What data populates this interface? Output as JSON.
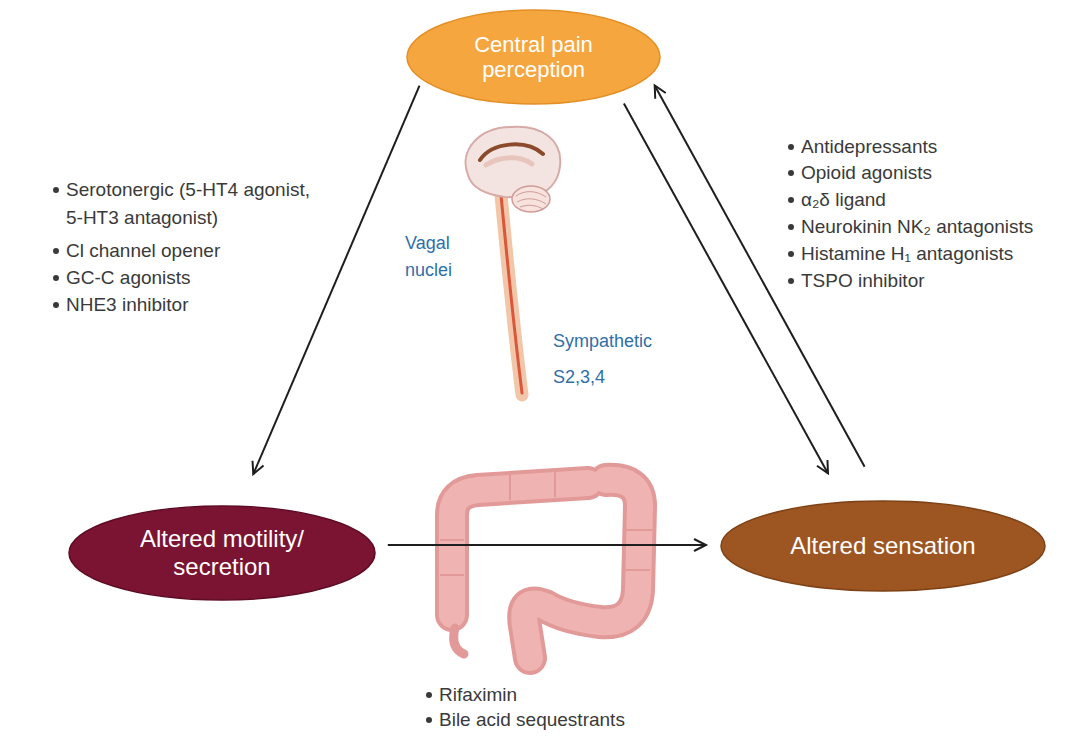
{
  "diagram": {
    "nodes": [
      {
        "text": [
          "Central pain perception"
        ]
      },
      {
        "text": [
          "Altered motility/ secretion"
        ]
      },
      {
        "text": [
          "Altered sensation"
        ]
      }
    ],
    "edges": [
      {
        "from": 0,
        "to": 1,
        "arrow": "to"
      },
      {
        "from": 1,
        "to": 2,
        "arrow": "to"
      },
      {
        "from": 0,
        "to": 2,
        "arrow": "to"
      },
      {
        "from": 2,
        "to": 0,
        "arrow": "to"
      }
    ],
    "labels": [
      "Antidepressants",
      "Opioid agonists",
      "α₂δ ligand",
      "Neurokinin NK₂ antagonists",
      "Histamine H₁ antagonists",
      "TSPO inhibitor",
      "Serotonergic (5-HT4 agonist, 5-HT3 antagonist)",
      "Cl channel opener",
      "GC-C agonists",
      "NHE3 inhibitor",
      "Vagal nuclei",
      "Sympathetic",
      "S2,3,4",
      "Rifaximin",
      "Bile acid sequestrants"
    ]
  }
}
